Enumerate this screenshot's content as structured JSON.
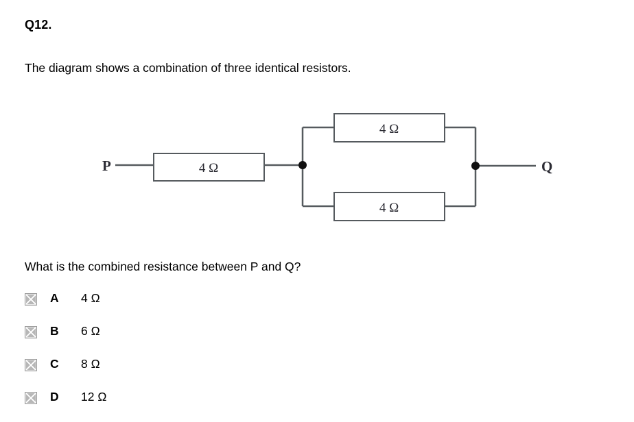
{
  "question": {
    "number": "Q12.",
    "intro": "The diagram shows a combination of three identical resistors.",
    "prompt": "What is the combined resistance between P and Q?"
  },
  "diagram": {
    "type": "circuit-schematic",
    "description": "Three identical 4 ohm resistors: one in series with a parallel pair, between terminals P and Q",
    "terminals": {
      "left": "P",
      "right": "Q"
    },
    "resistors": [
      {
        "id": "series",
        "label": "4 Ω",
        "position": "left-series"
      },
      {
        "id": "parallel-top",
        "label": "4 Ω",
        "position": "upper-branch"
      },
      {
        "id": "parallel-bottom",
        "label": "4 Ω",
        "position": "lower-branch"
      }
    ],
    "junction_dots": 2,
    "line_color": "#555a5e",
    "box_border_color": "#555a5e",
    "box_fill": "#ffffff",
    "dot_color": "#101010",
    "label_color": "#2b2b33"
  },
  "options": [
    {
      "letter": "A",
      "value": "4 Ω",
      "checkbox": "broken-image-checkbox"
    },
    {
      "letter": "B",
      "value": "6 Ω",
      "checkbox": "broken-image-checkbox"
    },
    {
      "letter": "C",
      "value": "8 Ω",
      "checkbox": "broken-image-checkbox"
    },
    {
      "letter": "D",
      "value": "12 Ω",
      "checkbox": "broken-image-checkbox"
    }
  ]
}
